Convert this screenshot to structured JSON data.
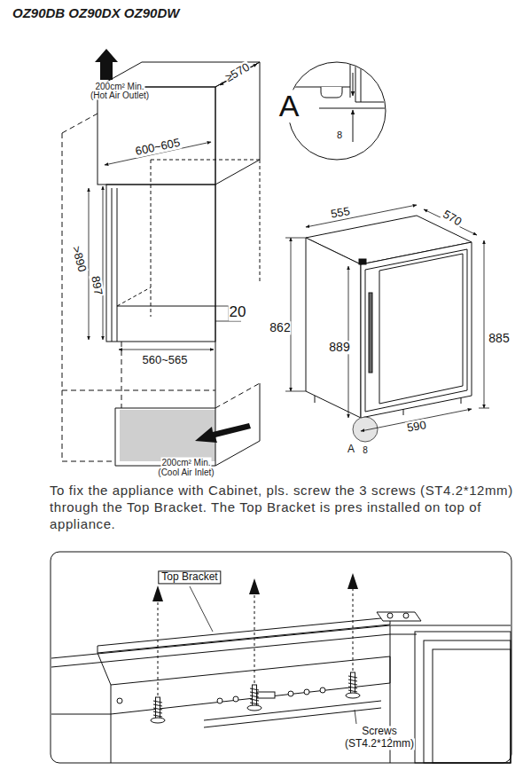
{
  "diagram": {
    "title": "OZ90DB OZ90DX OZ90DW",
    "labels": [
      "200cm² Min.",
      "(Hot Air Outlet)",
      "≥570",
      "600~605",
      ">890",
      "897",
      "20",
      "560~565",
      "200cm² Min.",
      "(Cool Air Inlet)",
      "A",
      "8",
      "555",
      "570",
      "862",
      "889",
      "885",
      "590",
      "A",
      "8",
      "To fix the appliance with Cabinet, pls. screw the 3 screws (ST4.2*12mm) through the Top Bracket. The Top Bracket is pres installed on top of appliance.",
      "Top Bracket",
      "Screws",
      "(ST4.2*12mm)"
    ]
  }
}
